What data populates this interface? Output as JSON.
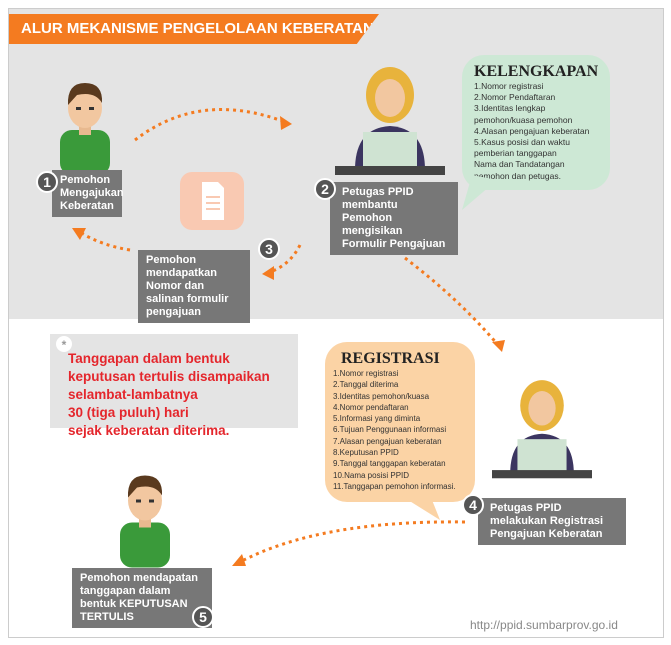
{
  "title": "ALUR MEKANISME PENGELOLAAN KEBERATAN",
  "steps": [
    {
      "num": "1",
      "text": "Pemohon Mengajukan Keberatan"
    },
    {
      "num": "2",
      "text": "Petugas PPID membantu Pemohon mengisikan Formulir Pengajuan"
    },
    {
      "num": "3",
      "text": "Pemohon mendapatkan Nomor dan salinan formulir pengajuan"
    },
    {
      "num": "4",
      "text": "Petugas PPID melakukan Registrasi Pengajuan Keberatan"
    },
    {
      "num": "5",
      "text": "Pemohon mendapatan tanggapan dalam bentuk KEPUTUSAN TERTULIS"
    }
  ],
  "kelengkapan": {
    "title": "KELENGKAPAN",
    "items": [
      "1.Nomor registrasi",
      "2.Nomor Pendaftaran",
      "3.Identitas lengkap",
      "pemohon/kuasa pemohon",
      "4.Alasan pengajuan keberatan",
      "5.Kasus posisi dan waktu",
      "pemberian tanggapan",
      "Nama dan Tandatangan",
      "pemohon dan petugas."
    ]
  },
  "registrasi": {
    "title": "REGISTRASI",
    "items": [
      "1.Nomor registrasi",
      "2.Tanggal diterima",
      "3.Identitas pemohon/kuasa",
      "4.Nomor pendaftaran",
      "5.Informasi yang diminta",
      "6.Tujuan Penggunaan informasi",
      "7.Alasan pengajuan keberatan",
      "8.Keputusan PPID",
      "9.Tanggal tanggapan keberatan",
      "10.Nama posisi PPID",
      "11.Tanggapan pemohon informasi."
    ]
  },
  "note": {
    "star": "*",
    "lines": [
      "Tanggapan dalam bentuk",
      "keputusan tertulis disampaikan",
      "selambat-lambatnya",
      "30 (tiga puluh) hari",
      "sejak keberatan diterima."
    ]
  },
  "url": "http://ppid.sumbarprov.go.id",
  "colors": {
    "orange": "#f47b20",
    "green_bubble": "#cde8d5",
    "orange_bubble": "#fbd3a5",
    "box": "#777777",
    "red": "#e4262c"
  }
}
